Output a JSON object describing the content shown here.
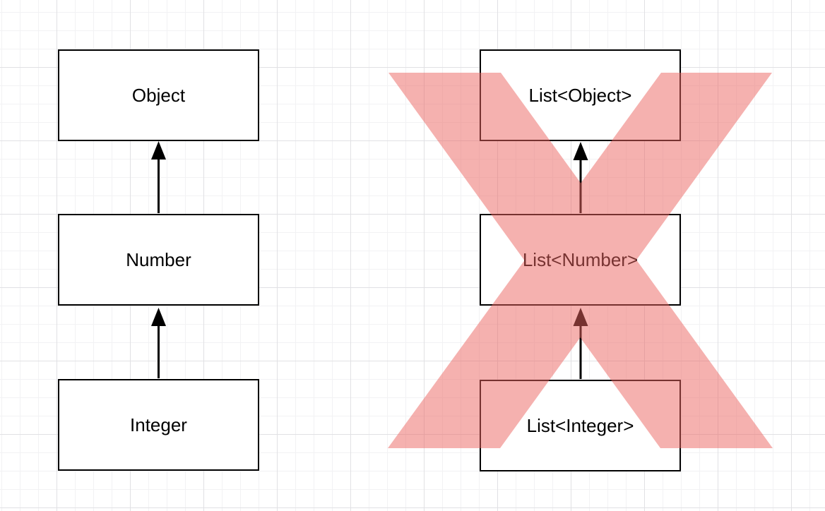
{
  "diagram": {
    "description": "Class hierarchy vs generic List hierarchy; the List subtype relationship is crossed out as invalid",
    "left_hierarchy": {
      "nodes": [
        {
          "label": "Object"
        },
        {
          "label": "Number"
        },
        {
          "label": "Integer"
        }
      ],
      "edges": [
        {
          "from": "Number",
          "to": "Object",
          "type": "extends-arrow"
        },
        {
          "from": "Integer",
          "to": "Number",
          "type": "extends-arrow"
        }
      ]
    },
    "right_hierarchy": {
      "nodes": [
        {
          "label": "List<Object>"
        },
        {
          "label": "List<Number>"
        },
        {
          "label": "List<Integer>"
        }
      ],
      "edges": [
        {
          "from": "List<Number>",
          "to": "List<Object>",
          "type": "extends-arrow"
        },
        {
          "from": "List<Integer>",
          "to": "List<Number>",
          "type": "extends-arrow"
        }
      ],
      "invalid_overlay": {
        "name": "red-x-cross-out",
        "meaning": "relationship is not valid",
        "color": "#eb645f",
        "opacity": 0.5
      }
    },
    "colors": {
      "background": "#ffffff",
      "grid_minor": "#f2f2f4",
      "grid_major": "#e1e1e4",
      "node_fill": "#ffffff",
      "node_border": "#000000",
      "node_text": "#000000",
      "arrow": "#000000"
    }
  }
}
